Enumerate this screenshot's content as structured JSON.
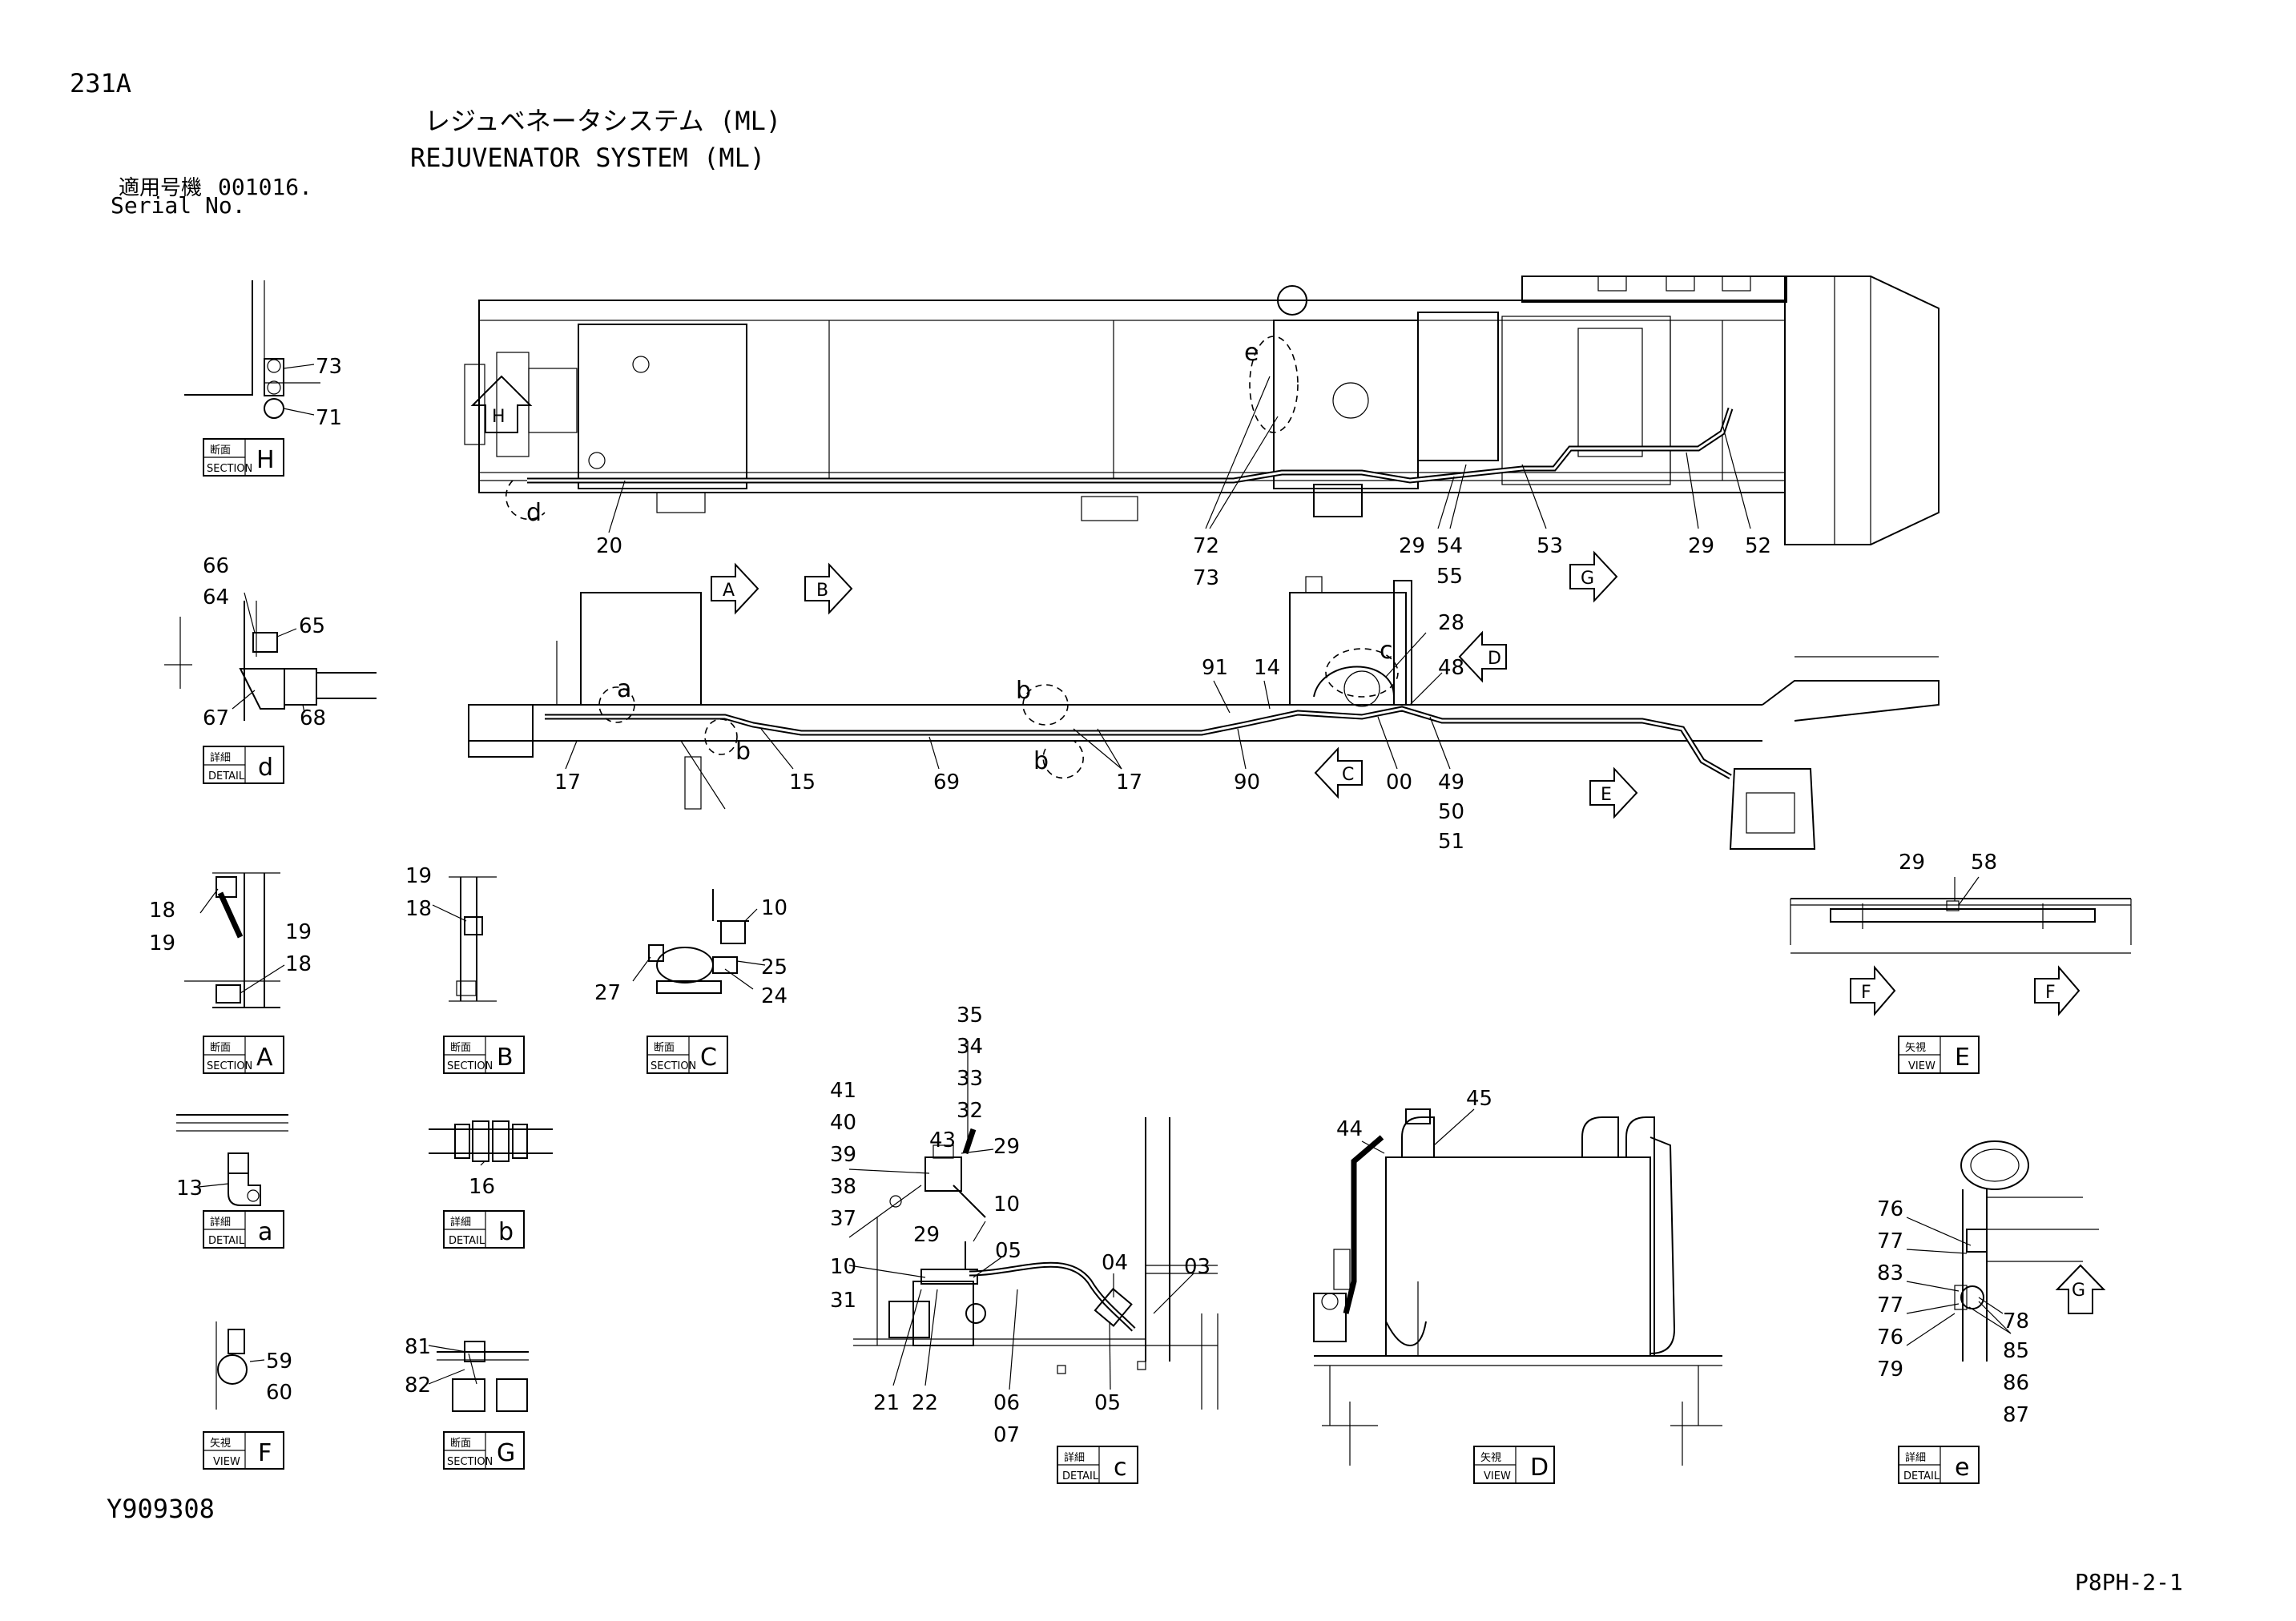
{
  "header": {
    "page_code": "231A",
    "title_jp": "レジュベネータシステム (ML)",
    "title_en": "REJUVENATOR SYSTEM (ML)",
    "serial_label_jp": "適用号機",
    "serial_value": "001016.",
    "serial_label_en": "Serial No."
  },
  "footer": {
    "drawing_no": "Y909308",
    "page_ref": "P8PH-2-1"
  },
  "main_top": {
    "parts": [
      "20",
      "72",
      "73",
      "29",
      "54",
      "55",
      "53",
      "29",
      "52"
    ],
    "detail_letters": [
      "d",
      "e"
    ],
    "view_arrows": [
      "H",
      "A",
      "B",
      "G"
    ]
  },
  "main_side": {
    "parts": [
      "17",
      "15",
      "69",
      "17",
      "90",
      "91",
      "14",
      "28",
      "48",
      "00",
      "49",
      "50",
      "51"
    ],
    "detail_letters": [
      "a",
      "b",
      "b",
      "b",
      "c"
    ],
    "view_arrows": [
      "D",
      "C",
      "E"
    ]
  },
  "boxes": {
    "section": {
      "jp": "断面",
      "en": "SECTION"
    },
    "detail": {
      "jp": "詳細",
      "en": "DETAIL"
    },
    "view": {
      "jp": "矢視",
      "en": "VIEW"
    }
  },
  "panels": {
    "section_h": {
      "letter": "H",
      "parts": [
        "73",
        "71"
      ]
    },
    "detail_d": {
      "letter": "d",
      "parts": [
        "66",
        "64",
        "65",
        "67",
        "68"
      ]
    },
    "section_a": {
      "letter": "A",
      "parts": [
        "18",
        "19",
        "19",
        "18"
      ]
    },
    "section_b": {
      "letter": "B",
      "parts": [
        "19",
        "18"
      ]
    },
    "section_c": {
      "letter": "C",
      "parts": [
        "10",
        "25",
        "27",
        "24"
      ]
    },
    "detail_a": {
      "letter": "a",
      "parts": [
        "13"
      ]
    },
    "detail_b": {
      "letter": "b",
      "parts": [
        "16"
      ]
    },
    "view_f": {
      "letter": "F",
      "parts": [
        "59",
        "60"
      ]
    },
    "section_g": {
      "letter": "G",
      "parts": [
        "81",
        "82"
      ]
    },
    "detail_c": {
      "letter": "c",
      "parts": [
        "35",
        "34",
        "33",
        "32",
        "41",
        "40",
        "39",
        "38",
        "37",
        "43",
        "29",
        "10",
        "29",
        "10",
        "31",
        "05",
        "04",
        "03",
        "21",
        "22",
        "06",
        "07",
        "05"
      ]
    },
    "view_d": {
      "letter": "D",
      "parts": [
        "44",
        "45"
      ]
    },
    "view_e": {
      "letter": "E",
      "parts": [
        "29",
        "58"
      ],
      "arrows": [
        "F",
        "F"
      ]
    },
    "detail_e": {
      "letter": "e",
      "parts": [
        "76",
        "77",
        "83",
        "77",
        "76",
        "79",
        "78",
        "85",
        "86",
        "87"
      ],
      "arrow": "G"
    }
  }
}
